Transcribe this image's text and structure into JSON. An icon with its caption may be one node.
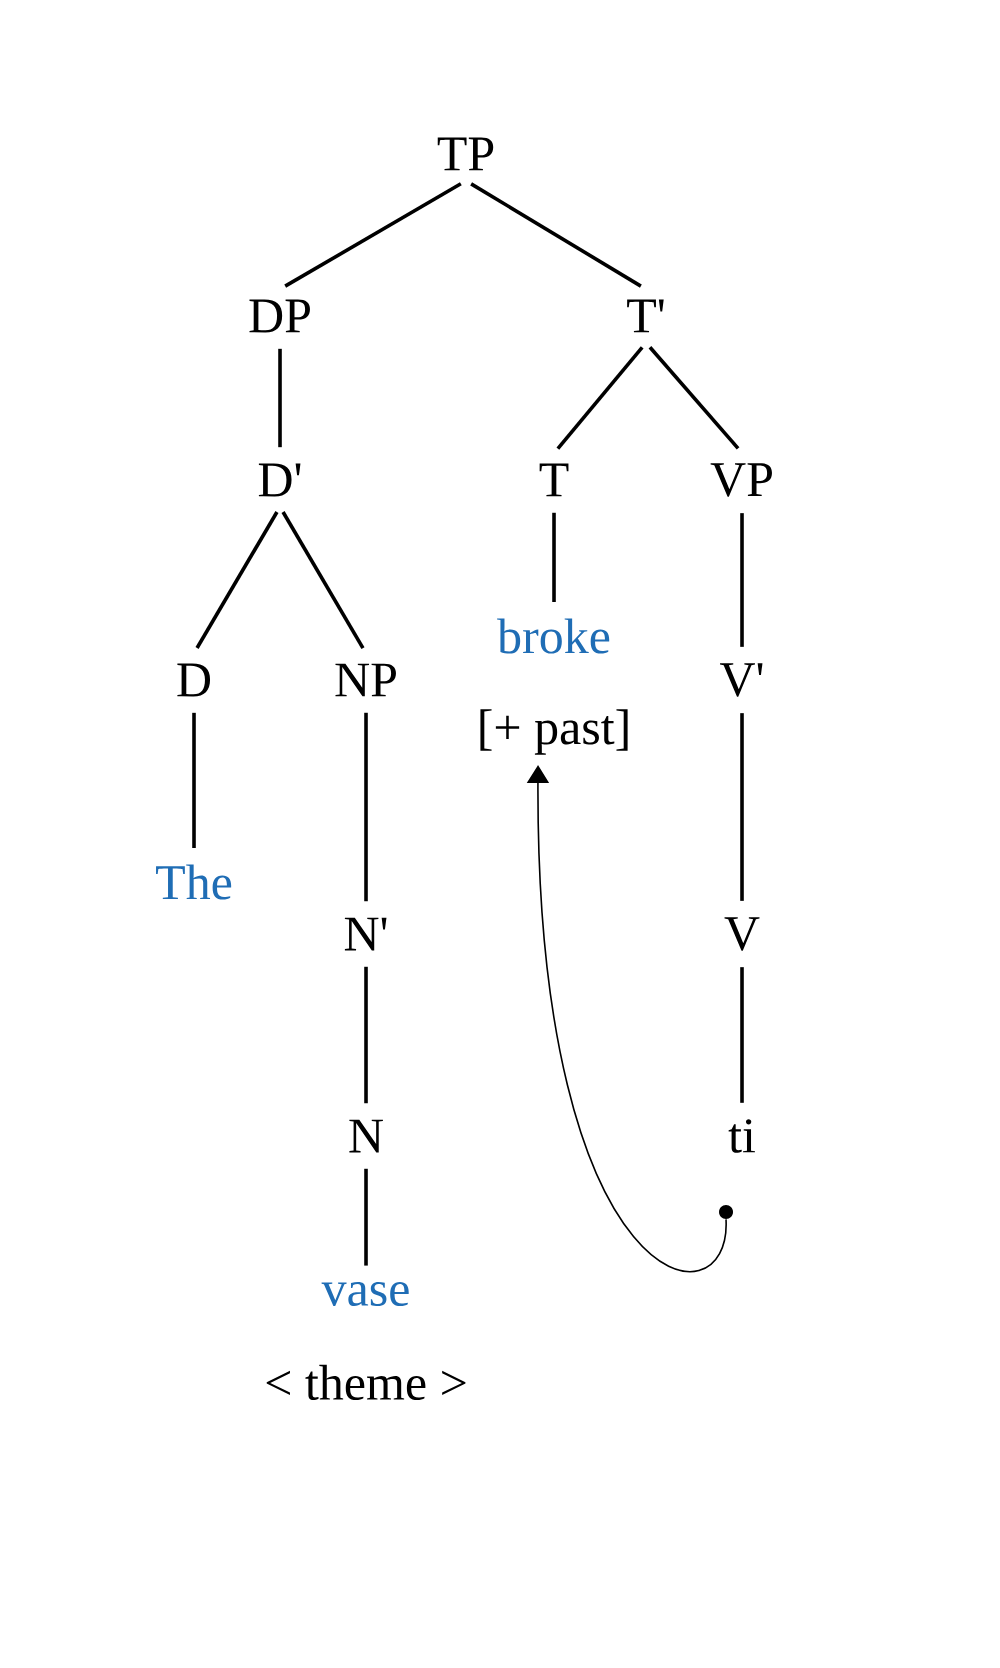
{
  "diagram": {
    "nodes": [
      {
        "text": [
          "TP"
        ]
      },
      {
        "text": [
          "DP"
        ]
      },
      {
        "text": [
          "T'"
        ]
      },
      {
        "text": [
          "D'"
        ]
      },
      {
        "text": [
          "T"
        ]
      },
      {
        "text": [
          "VP"
        ]
      },
      {
        "text": [
          "broke"
        ]
      },
      {
        "text": [
          "D"
        ]
      },
      {
        "text": [
          "NP"
        ]
      },
      {
        "text": [
          "V'"
        ]
      },
      {
        "text": [
          "[+ past]"
        ]
      },
      {
        "text": [
          "The"
        ]
      },
      {
        "text": [
          "N'"
        ]
      },
      {
        "text": [
          "V"
        ]
      },
      {
        "text": [
          "N"
        ]
      },
      {
        "text": [
          "ti"
        ]
      },
      {
        "text": [],
        "shape": "circle"
      },
      {
        "text": [
          "vase"
        ],
        "beside": [
          "< theme >"
        ]
      }
    ],
    "edges": [
      {
        "from": 0,
        "to": 1,
        "arrow": "none"
      },
      {
        "from": 0,
        "to": 2,
        "arrow": "none"
      },
      {
        "from": 1,
        "to": 3,
        "arrow": "none"
      },
      {
        "from": 2,
        "to": 4,
        "arrow": "none"
      },
      {
        "from": 2,
        "to": 5,
        "arrow": "none"
      },
      {
        "from": 3,
        "to": 7,
        "arrow": "none"
      },
      {
        "from": 3,
        "to": 8,
        "arrow": "none"
      },
      {
        "from": 4,
        "to": 6,
        "arrow": "none"
      },
      {
        "from": 5,
        "to": 9,
        "arrow": "none"
      },
      {
        "from": 7,
        "to": 11,
        "arrow": "none"
      },
      {
        "from": 8,
        "to": 12,
        "arrow": "none"
      },
      {
        "from": 9,
        "to": 13,
        "arrow": "none"
      },
      {
        "from": 12,
        "to": 14,
        "arrow": "none"
      },
      {
        "from": 13,
        "to": 15,
        "arrow": "none"
      },
      {
        "from": 14,
        "to": 17,
        "arrow": "none"
      },
      {
        "from": 16,
        "to": 10,
        "arrow": "to"
      }
    ]
  }
}
